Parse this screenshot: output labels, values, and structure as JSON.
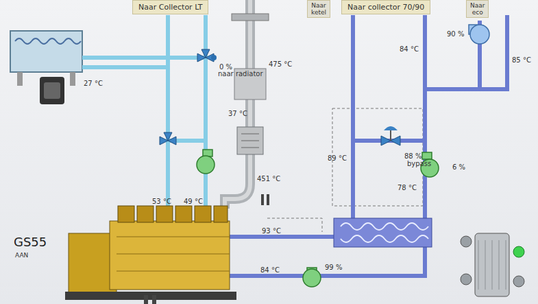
{
  "diagram": {
    "nodes": [
      {
        "text": [
          "Naar Collector LT"
        ]
      },
      {
        "text": [
          "Naar ketel"
        ]
      },
      {
        "text": [
          "Naar collector 70/90"
        ]
      },
      {
        "text": [
          "Naar eco"
        ]
      }
    ],
    "labels": [
      "0 %",
      "naar radiator",
      "27 °C",
      "37 °C",
      "475 °C",
      "84 °C",
      "90 %",
      "85 °C",
      "88 %",
      "bypass",
      "6 %",
      "89 °C",
      "78 °C",
      "451 °C",
      "53 °C",
      "49 °C",
      "93 °C",
      "84 °C",
      "99 %",
      "GS55",
      "AAN"
    ]
  }
}
